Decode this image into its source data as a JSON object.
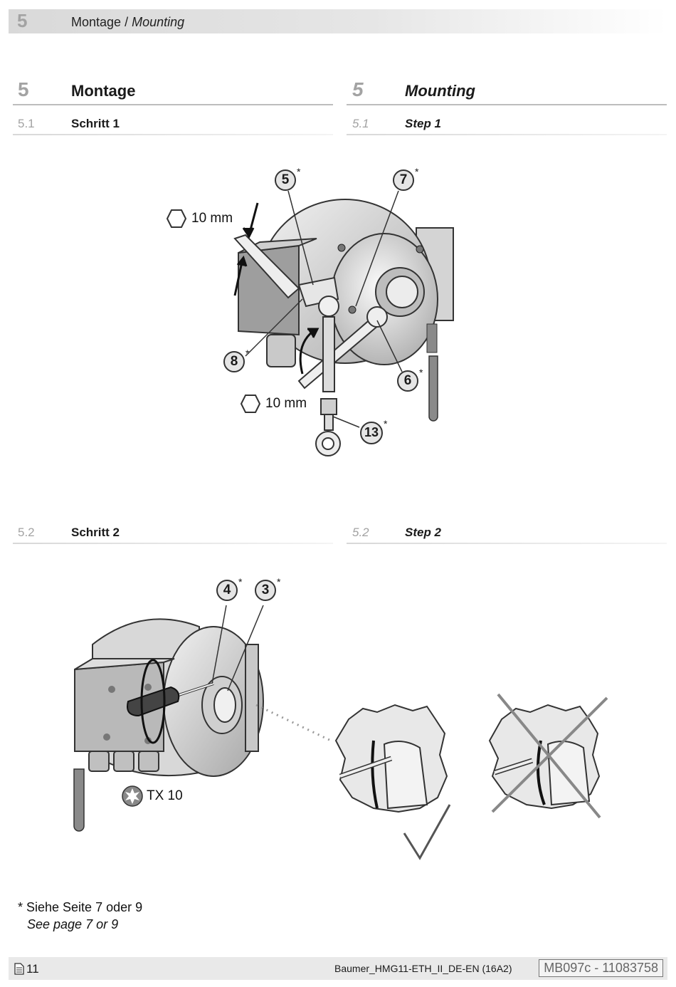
{
  "header": {
    "chapter_num": "5",
    "title_de": "Montage",
    "title_sep": " / ",
    "title_en": "Mounting"
  },
  "sections": {
    "chapter_left": {
      "num": "5",
      "title": "Montage"
    },
    "chapter_right": {
      "num": "5",
      "title": "Mounting"
    },
    "step1_left": {
      "num": "5.1",
      "title": "Schritt 1"
    },
    "step1_right": {
      "num": "5.1",
      "title": "Step 1"
    },
    "step2_left": {
      "num": "5.2",
      "title": "Schritt 2"
    },
    "step2_right": {
      "num": "5.2",
      "title": "Step 2"
    }
  },
  "figure1": {
    "callouts": [
      {
        "num": "5",
        "mark": "*"
      },
      {
        "num": "7",
        "mark": "*"
      },
      {
        "num": "8",
        "mark": "*"
      },
      {
        "num": "6",
        "mark": "*"
      },
      {
        "num": "13",
        "mark": "*"
      }
    ],
    "wrench_top": "10 mm",
    "wrench_bottom": "10 mm"
  },
  "figure2": {
    "callouts": [
      {
        "num": "4",
        "mark": "*"
      },
      {
        "num": "3",
        "mark": "*"
      }
    ],
    "torx": "TX 10"
  },
  "footnote": {
    "de": "* Siehe Seite 7 oder 9",
    "en": "See page 7 or 9"
  },
  "footer": {
    "page": "11",
    "doc": "Baumer_HMG11-ETH_II_DE-EN  (16A2)",
    "id": "MB097c - 11083758"
  }
}
